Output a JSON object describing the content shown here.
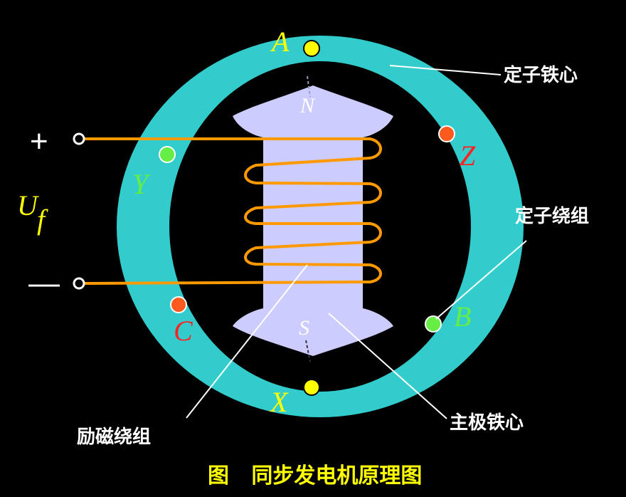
{
  "colors": {
    "background": "#000000",
    "stator": "#33cccc",
    "rotor": "#ccccff",
    "winding": "#ff9900",
    "phase_a_x": "#ffff00",
    "phase_b_y": "#66ee44",
    "phase_c_z": "#ff5a1e",
    "label_white": "#ffffff",
    "title": "#ffff00"
  },
  "terminals": {
    "A": "A",
    "X": "X",
    "B": "B",
    "Y": "Y",
    "C": "C",
    "Z": "Z"
  },
  "poles": {
    "north": "N",
    "south": "S"
  },
  "supply": {
    "plus": "+",
    "minus": "—",
    "voltage": "U",
    "subscript": "f"
  },
  "labels": {
    "stator_core": "定子铁心",
    "stator_winding": "定子绕组",
    "field_winding": "励磁绕组",
    "main_pole_core": "主极铁心"
  },
  "caption": "图   同步发电机原理图"
}
